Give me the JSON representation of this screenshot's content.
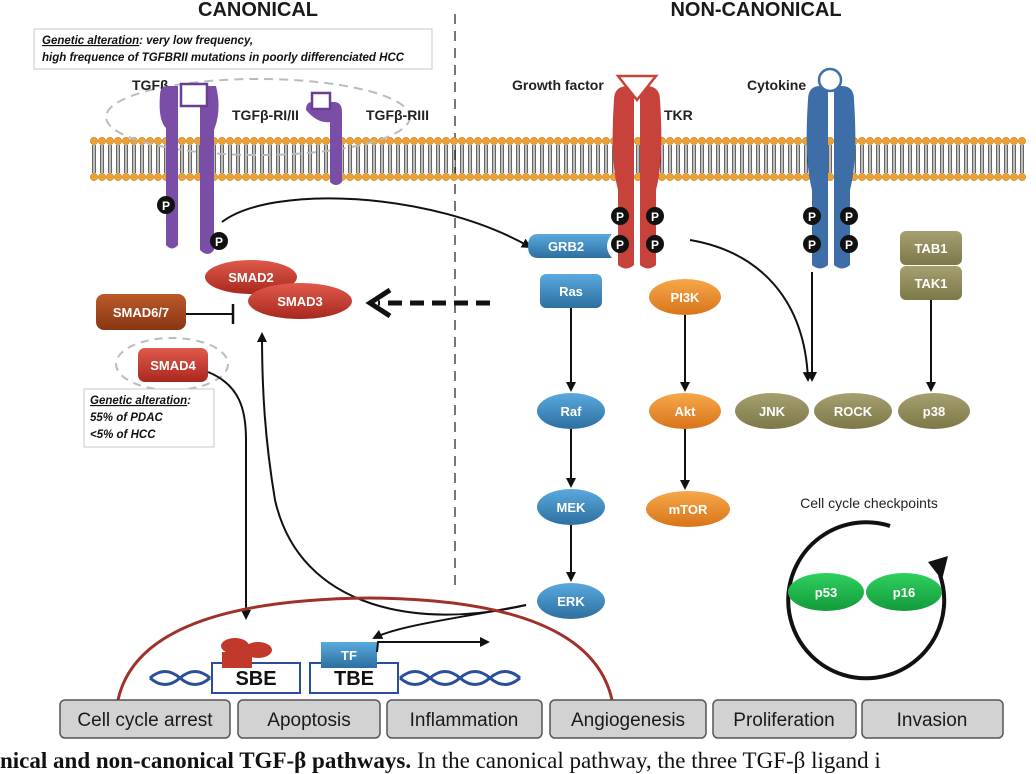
{
  "titles": {
    "canonical": "CANONICAL",
    "non_canonical": "NON-CANONICAL"
  },
  "receptors": {
    "tgfb": "TGFβ",
    "tgfb_r12": "TGFβ-RI/II",
    "tgfb_r3": "TGFβ-RIII",
    "growth_factor": "Growth factor",
    "tkr": "TKR",
    "cytokine": "Cytokine",
    "phospho": "P"
  },
  "notes": {
    "canonical_heading": "Genetic alteration",
    "canonical_line1": ": very low frequency,",
    "canonical_line2": "high frequence of TGFBRII mutations in poorly differenciated HCC",
    "smad4_heading": "Genetic alteration",
    "smad4_colon": ":",
    "smad4_line1": "55% of PDAC",
    "smad4_line2": "<5% of HCC"
  },
  "nodes": {
    "smad2": "SMAD2",
    "smad3": "SMAD3",
    "smad67": "SMAD6/7",
    "smad4": "SMAD4",
    "grb2": "GRB2",
    "ras": "Ras",
    "raf": "Raf",
    "mek": "MEK",
    "erk": "ERK",
    "pi3k": "PI3K",
    "akt": "Akt",
    "mtor": "mTOR",
    "tab1": "TAB1",
    "tak1": "TAK1",
    "jnk": "JNK",
    "rock": "ROCK",
    "p38": "p38",
    "p53": "p53",
    "p16": "p16"
  },
  "cell_cycle": {
    "label": "Cell cycle checkpoints"
  },
  "dna": {
    "sbe": "SBE",
    "tbe": "TBE",
    "tf": "TF"
  },
  "outcomes": [
    "Cell cycle arrest",
    "Apoptosis",
    "Inflammation",
    "Angiogenesis",
    "Proliferation",
    "Invasion"
  ],
  "caption": {
    "bold": "nical and non-canonical TGF-β pathways.",
    "rest": " In the canonical pathway, the three TGF-β ligand i"
  },
  "colors": {
    "smad_red": "#c0392b",
    "smad67_brown": "#a0461b",
    "ras_blue": "#3f8fc4",
    "pi3k_orange": "#e8892a",
    "olive": "#8f8a5a",
    "p53_green": "#1db34a",
    "tgfb_purple": "#7a4ea6",
    "tkr_red": "#c8423c",
    "cytokine_blue": "#3d6ea8",
    "membrane_orange": "#f0a030"
  }
}
